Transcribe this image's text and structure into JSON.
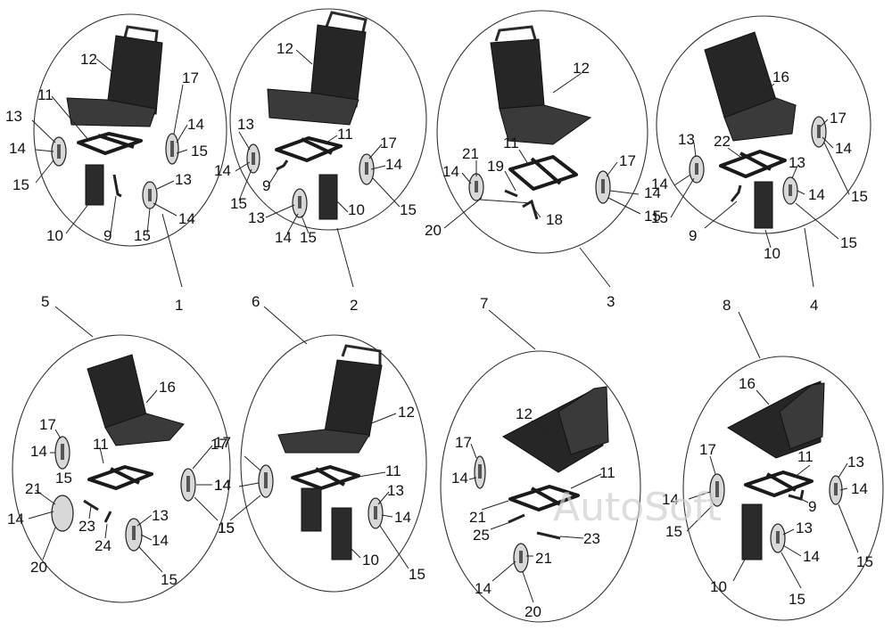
{
  "diagram": {
    "watermark": "AutoSoft",
    "variants": [
      {
        "label": "1",
        "callouts": [
          "12",
          "11",
          "13",
          "14",
          "15",
          "17",
          "14",
          "15",
          "10",
          "9",
          "13",
          "14",
          "15"
        ]
      },
      {
        "label": "2",
        "callouts": [
          "12",
          "11",
          "13",
          "14",
          "15",
          "9",
          "17",
          "14",
          "15",
          "13",
          "14",
          "15",
          "10"
        ]
      },
      {
        "label": "3",
        "callouts": [
          "12",
          "11",
          "21",
          "14",
          "20",
          "19",
          "18",
          "17",
          "14",
          "15"
        ]
      },
      {
        "label": "4",
        "callouts": [
          "16",
          "17",
          "14",
          "15",
          "13",
          "22",
          "14",
          "15",
          "9",
          "13",
          "14",
          "15",
          "10"
        ]
      },
      {
        "label": "5",
        "callouts": [
          "16",
          "11",
          "17",
          "14",
          "15",
          "21",
          "14",
          "20",
          "23",
          "24",
          "13",
          "14",
          "15",
          "17",
          "14",
          "15"
        ]
      },
      {
        "label": "6",
        "callouts": [
          "12",
          "11",
          "17",
          "14",
          "15",
          "13",
          "14",
          "15",
          "10"
        ]
      },
      {
        "label": "7",
        "callouts": [
          "12",
          "11",
          "17",
          "14",
          "21",
          "25",
          "23",
          "21",
          "14",
          "20"
        ]
      },
      {
        "label": "8",
        "callouts": [
          "16",
          "11",
          "17",
          "14",
          "15",
          "13",
          "14",
          "9",
          "13",
          "14",
          "15",
          "10",
          "15"
        ]
      }
    ]
  }
}
